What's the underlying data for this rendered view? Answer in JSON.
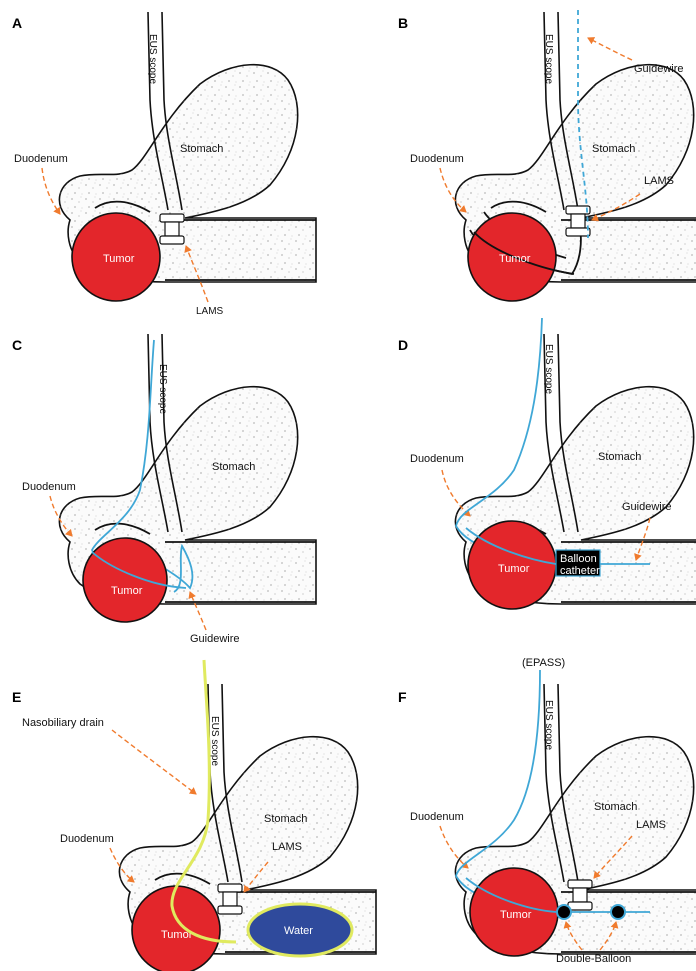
{
  "panels": {
    "a": {
      "letter": "A",
      "scope": "EUS scope",
      "stomach": "Stomach",
      "duodenum": "Duodenum",
      "tumor": "Tumor",
      "lams": "LAMS"
    },
    "b": {
      "letter": "B",
      "scope": "EUS scope",
      "stomach": "Stomach",
      "duodenum": "Duodenum",
      "tumor": "Tumor",
      "lams": "LAMS",
      "guidewire": "Guidewire"
    },
    "c": {
      "letter": "C",
      "scope": "EUS scope",
      "stomach": "Stomach",
      "duodenum": "Duodenum",
      "tumor": "Tumor",
      "guidewire": "Guidewire"
    },
    "d": {
      "letter": "D",
      "scope": "EUS scope",
      "stomach": "Stomach",
      "duodenum": "Duodenum",
      "tumor": "Tumor",
      "guidewire": "Guidewire",
      "balloon_line1": "Balloon",
      "balloon_line2": "catheter",
      "caption": "(EPASS)"
    },
    "e": {
      "letter": "E",
      "scope": "EUS scope",
      "stomach": "Stomach",
      "duodenum": "Duodenum",
      "tumor": "Tumor",
      "lams": "LAMS",
      "drain": "Nasobiliary drain",
      "water": "Water"
    },
    "f": {
      "letter": "F",
      "scope": "EUS scope",
      "stomach": "Stomach",
      "duodenum": "Duodenum",
      "tumor": "Tumor",
      "lams": "LAMS",
      "double_balloon": "Double-Balloon"
    }
  },
  "colors": {
    "tumor": "#e3262b",
    "guidewire": "#3fa7d6",
    "arrow": "#f07b2e",
    "drain": "#e0ea5f",
    "water": "#2f4a9c",
    "balloon_box": "#000000"
  }
}
